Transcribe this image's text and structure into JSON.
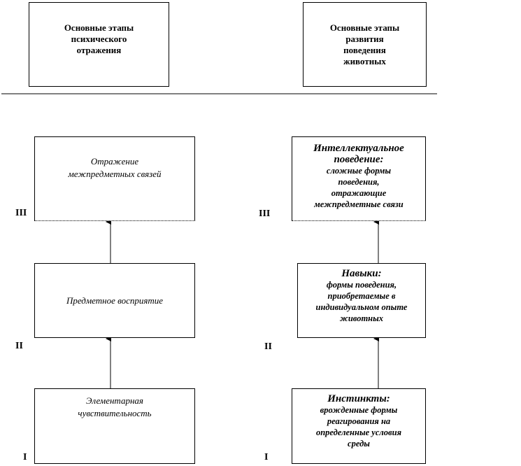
{
  "header_left": [
    "Основные этапы",
    "психического",
    "отражения"
  ],
  "header_right": [
    "Основные этапы",
    "развития",
    "поведения",
    "животных"
  ],
  "left_stages": {
    "top": [
      "Отражение",
      "межпредметных связей"
    ],
    "middle": "Предметное восприятие",
    "bottom": [
      "Элементарная",
      "чувствительность"
    ]
  },
  "right_stages": {
    "top_title": [
      "Интеллектуальное",
      "поведение:"
    ],
    "top_desc": [
      "сложные формы",
      "поведения,",
      "отражающие",
      "межпредметные связи"
    ],
    "middle_title": "Навыки:",
    "middle_desc": [
      "формы поведения,",
      "приобретаемые в",
      "индивидуальном опыте",
      "животных"
    ],
    "bottom_title": "Инстинкты:",
    "bottom_desc": [
      "врожденные формы",
      "реагирования на",
      "определенные условия",
      "среды"
    ]
  },
  "levels": {
    "three": "III",
    "two": "II",
    "one": "I"
  }
}
